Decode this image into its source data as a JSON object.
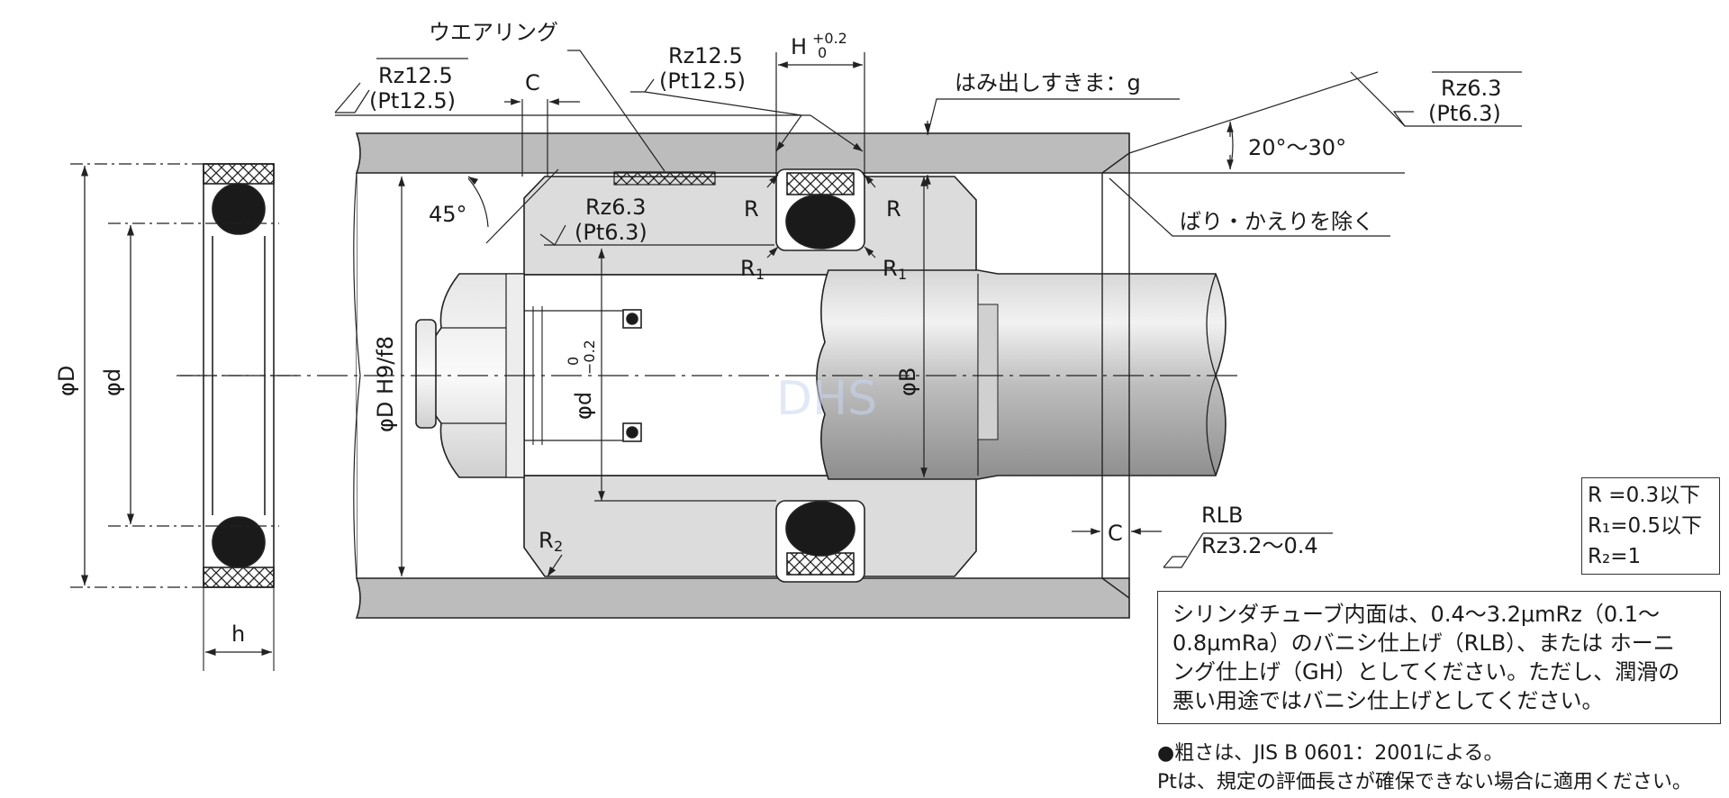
{
  "labels": {
    "wear_ring": "ウエアリング",
    "c_top": "C",
    "c_bottom": "C",
    "h_tol": "H",
    "h_tol_up": "+0.2",
    "h_tol_low": "0",
    "extrusion_gap": "はみ出しすきま：g",
    "angle_20_30": "20°～30°",
    "angle_45": "45°",
    "deburr": "ばり・かえりを除く",
    "phi_D": "φD",
    "phi_d": "φd",
    "h": "h",
    "phi_D_fit": "φD H9/f8",
    "phi_d_tol": "φd",
    "phi_d_tol_up": "0",
    "phi_d_tol_low": "−0.2",
    "phi_B": "φB",
    "R_left": "R",
    "R_right": "R",
    "R1_left": "R",
    "R1_right": "R",
    "R1_sub": "1",
    "R2": "R",
    "R2_sub": "2",
    "rlb": "RLB",
    "watermark": "DHS"
  },
  "roughness": {
    "left": [
      "Rz12.5",
      "(Pt12.5)"
    ],
    "center_top": [
      "Rz12.5",
      "(Pt12.5)"
    ],
    "center_mid": [
      "Rz6.3",
      "(Pt6.3)"
    ],
    "right_top": [
      "Rz6.3",
      "(Pt6.3)"
    ],
    "bore": "Rz3.2～0.4"
  },
  "radius_box": [
    "R =0.3以下",
    "R₁=0.5以下",
    "R₂=1"
  ],
  "note_box": [
    "シリンダチューブ内面は、0.4～3.2μmRz（0.1～",
    "0.8μmRa）のバニシ仕上げ（RLB）、または ホーニ",
    "ング仕上げ（GH）としてください。ただし、潤滑の",
    "悪い用途ではバニシ仕上げとしてください。"
  ],
  "footnotes": [
    "●粗さは、JIS B 0601：2001による。",
    "Ptは、規定の評価長さが確保できない場合に適用ください。"
  ]
}
